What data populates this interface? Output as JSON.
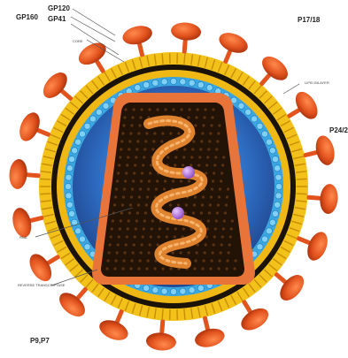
{
  "labels": {
    "gp160": "GP160",
    "gp120": "GP120",
    "gp41": "GP41",
    "p17": "P17/18",
    "p24": "P24/2",
    "p9": "P9,P7",
    "core": "CORE",
    "lipid": "LIPID BILAYER",
    "rna": "RNA",
    "rt": "REVERSE TRANSCRIPTASE"
  },
  "colors": {
    "knob": "#e2531e",
    "knob_dark": "#b8360f",
    "membrane": "#f2c21a",
    "membrane_dark": "#1b1208",
    "matrix": "#3aa7e0",
    "interior": "#2c63b8",
    "capsid": "#e9743a",
    "core_fill": "#221306",
    "rna": "#e0832f",
    "enzyme": "#b071d8"
  },
  "icons": [
    "knob-icon",
    "enzyme-dot-icon"
  ]
}
